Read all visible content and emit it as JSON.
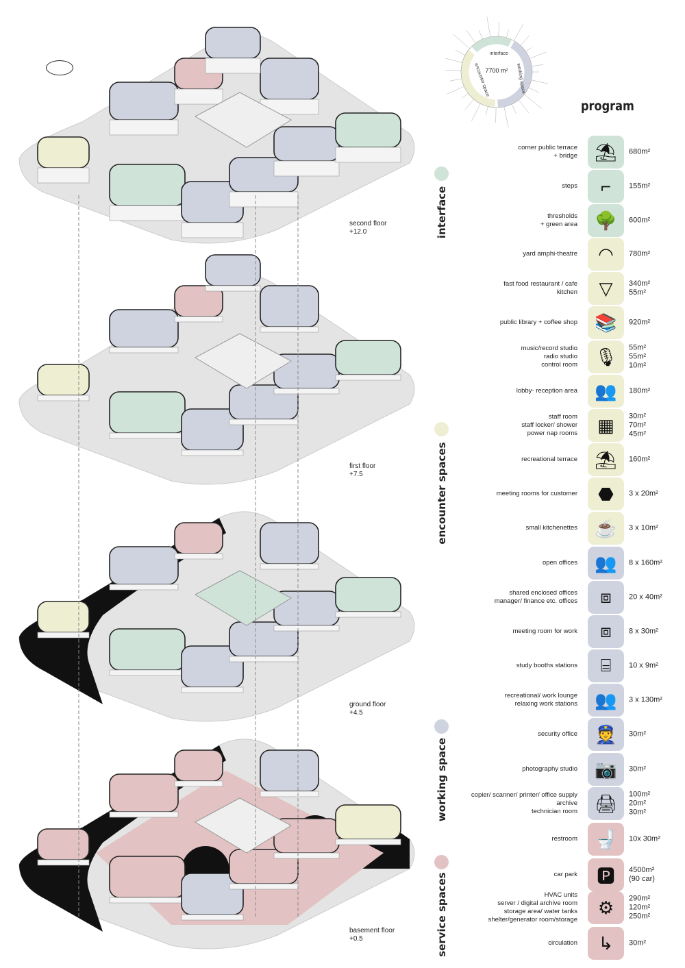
{
  "colors": {
    "interface": "#cfe3d9",
    "encounter": "#eeeed2",
    "working": "#cfd3e0",
    "service": "#e2c2c2"
  },
  "ring": {
    "total": "7700 m²",
    "segments": [
      "interface",
      "encounter space",
      "working space"
    ]
  },
  "program_title": "program",
  "floors": [
    {
      "name": "second floor",
      "level": "+12.0"
    },
    {
      "name": "first floor",
      "level": "+7.5"
    },
    {
      "name": "ground floor",
      "level": "+4.5"
    },
    {
      "name": "basement floor",
      "level": "+0.5"
    }
  ],
  "categories": [
    {
      "key": "interface",
      "label": "interface"
    },
    {
      "key": "encounter",
      "label": "encounter spaces"
    },
    {
      "key": "working",
      "label": "working space"
    },
    {
      "key": "service",
      "label": "service spaces"
    }
  ],
  "program": [
    {
      "label": "corner public terrace\n+ bridge",
      "area": "680m²",
      "cat": "interface",
      "icon": "umbrella-table-icon",
      "glyph": "⛱"
    },
    {
      "label": "steps",
      "area": "155m²",
      "cat": "interface",
      "icon": "steps-icon",
      "glyph": "⌐"
    },
    {
      "label": "thresholds\n+ green area",
      "area": "600m²",
      "cat": "interface",
      "icon": "tree-icon",
      "glyph": "🌳"
    },
    {
      "label": "yard amphi-theatre",
      "area": "780m²",
      "cat": "encounter",
      "icon": "amphitheatre-icon",
      "glyph": "◠"
    },
    {
      "label": "fast food restaurant / cafe\nkitchen",
      "area": "340m²\n55m²",
      "cat": "encounter",
      "icon": "pizza-icon",
      "glyph": "▽"
    },
    {
      "label": "public library + coffee shop",
      "area": "920m²",
      "cat": "encounter",
      "icon": "books-coffee-icon",
      "glyph": "📚"
    },
    {
      "label": "music/record studio\nradio studio\ncontrol room",
      "area": "55m²\n55m²\n10m²",
      "cat": "encounter",
      "icon": "microphone-mixer-icon",
      "glyph": "🎙"
    },
    {
      "label": "lobby- reception area",
      "area": "180m²",
      "cat": "encounter",
      "icon": "reception-icon",
      "glyph": "👥"
    },
    {
      "label": "staff room\nstaff locker/ shower\npower nap rooms",
      "area": "30m²\n70m²\n45m²",
      "cat": "encounter",
      "icon": "lockers-icon",
      "glyph": "▦"
    },
    {
      "label": "recreational terrace",
      "area": "160m²",
      "cat": "encounter",
      "icon": "terrace-icon",
      "glyph": "⛱"
    },
    {
      "label": "meeting rooms for customer",
      "area": "3 x 20m²",
      "cat": "encounter",
      "icon": "meeting-table-icon",
      "glyph": "⬣"
    },
    {
      "label": "small kitchenettes",
      "area": "3 x 10m²",
      "cat": "encounter",
      "icon": "coffee-machine-icon",
      "glyph": "☕"
    },
    {
      "label": "open offices",
      "area": "8 x 160m²",
      "cat": "working",
      "icon": "open-office-icon",
      "glyph": "👥"
    },
    {
      "label": "shared enclosed offices\nmanager/ finance etc. offices",
      "area": "20 x 40m²",
      "cat": "working",
      "icon": "enclosed-office-icon",
      "glyph": "⧈"
    },
    {
      "label": "meeting room for work",
      "area": "8 x 30m²",
      "cat": "working",
      "icon": "work-meeting-icon",
      "glyph": "⧈"
    },
    {
      "label": "study booths stations",
      "area": "10 x 9m²",
      "cat": "working",
      "icon": "study-booth-icon",
      "glyph": "⌸"
    },
    {
      "label": "recreational/ work lounge\nrelaxing work stations",
      "area": "3 x 130m²",
      "cat": "working",
      "icon": "lounge-icon",
      "glyph": "👥"
    },
    {
      "label": "security office",
      "area": "30m²",
      "cat": "working",
      "icon": "security-guard-icon",
      "glyph": "👮"
    },
    {
      "label": "photography studio",
      "area": "30m²",
      "cat": "working",
      "icon": "camera-tripod-icon",
      "glyph": "📷"
    },
    {
      "label": "copier/ scanner/ printer/ office supply\narchive\ntechnician room",
      "area": "100m²\n20m²\n30m²",
      "cat": "working",
      "icon": "printer-icon",
      "glyph": "🖨"
    },
    {
      "label": "restroom",
      "area": "10x 30m²",
      "cat": "service",
      "icon": "toilet-icon",
      "glyph": "🚽"
    },
    {
      "label": "car park",
      "area": "4500m²\n(90 car)",
      "cat": "service",
      "icon": "car-park-icon",
      "glyph": "🅿"
    },
    {
      "label": "HVAC units\nserver / digital archive room\nstorage area/ water tanks\nshelter/generator room/storage",
      "area": "290m²\n120m²\n250m²",
      "cat": "service",
      "icon": "generator-icon",
      "glyph": "⚙"
    },
    {
      "label": "circulation",
      "area": "30m²",
      "cat": "service",
      "icon": "circulation-arrow-icon",
      "glyph": "↳"
    }
  ]
}
